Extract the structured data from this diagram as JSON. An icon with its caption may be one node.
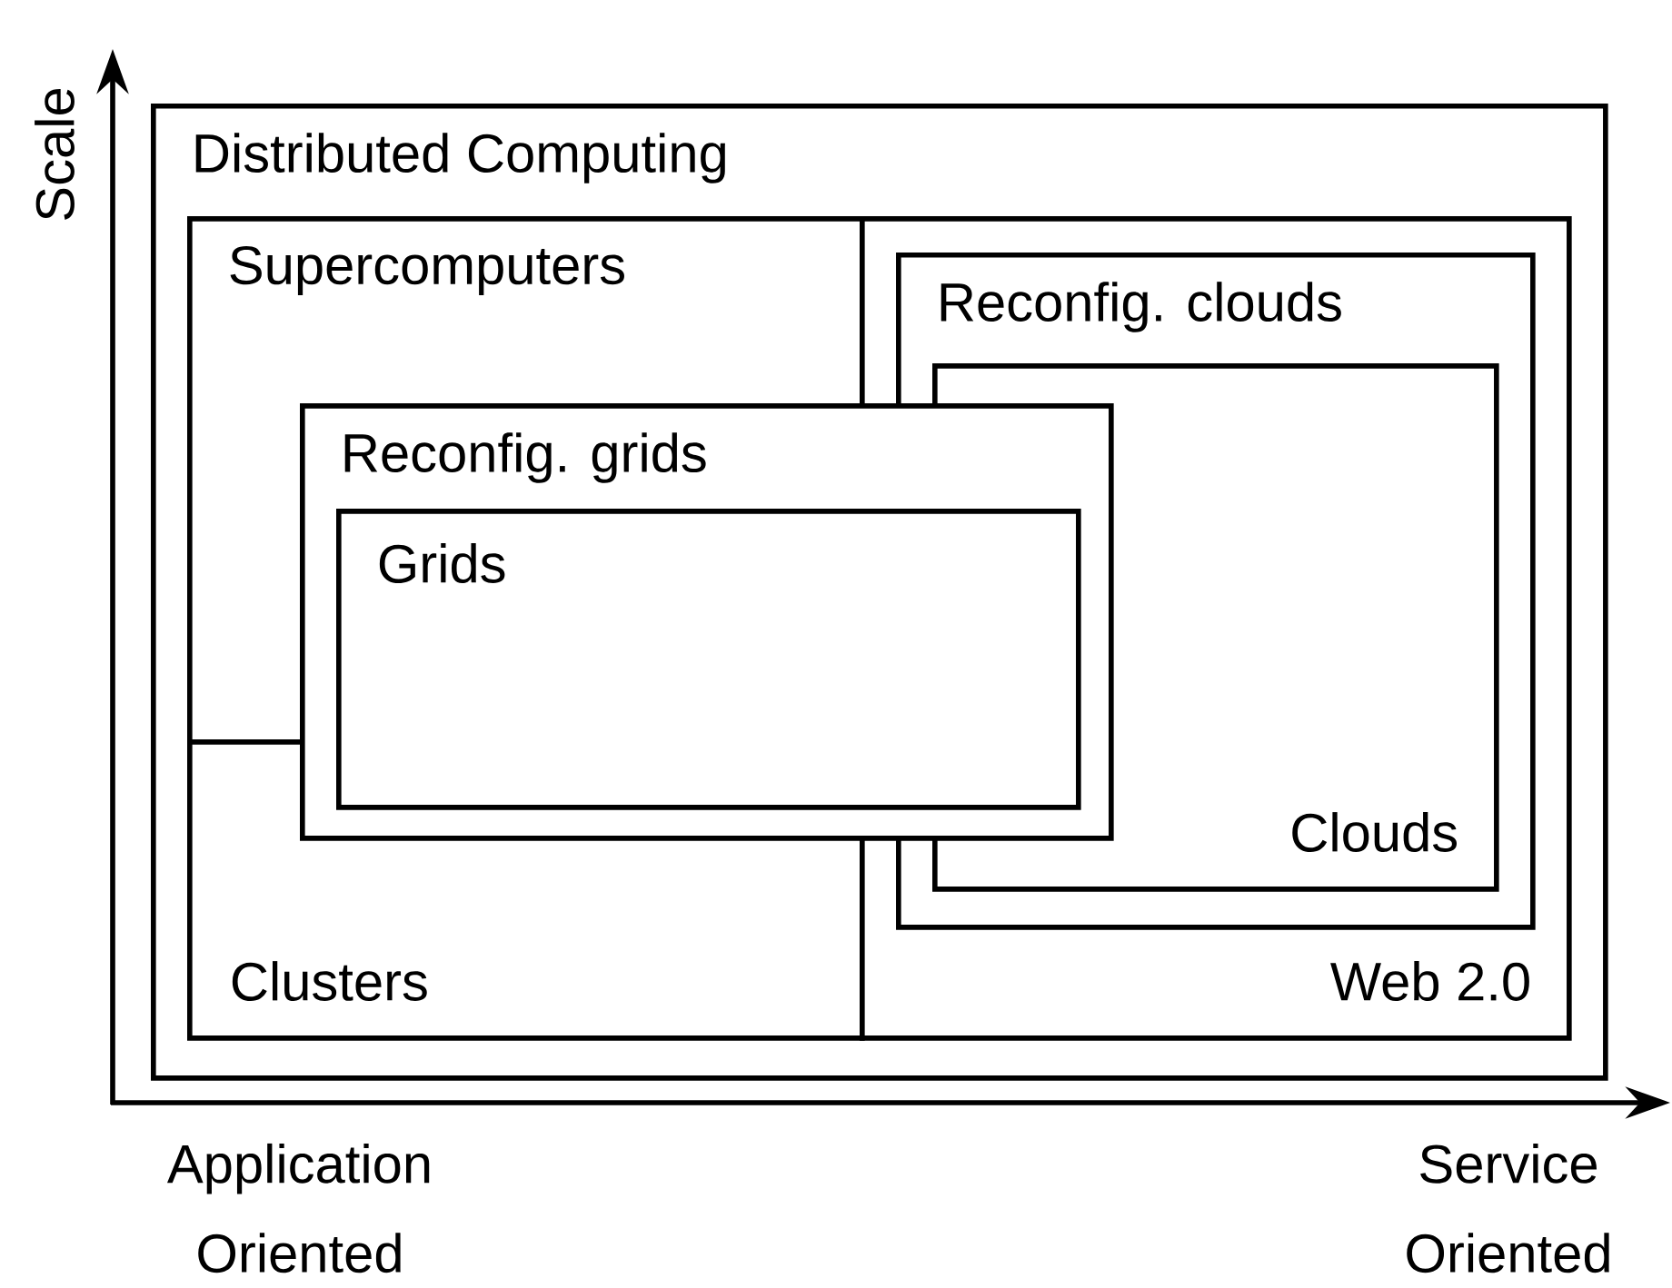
{
  "diagram": {
    "nodes": [
      {
        "text": [
          "Distributed Computing"
        ]
      },
      {
        "text": [
          "Supercomputers"
        ],
        "in": 0
      },
      {
        "text": [
          "Clusters"
        ],
        "in": 0
      },
      {
        "text": [
          "Web 2.0"
        ],
        "in": 0
      },
      {
        "text": [
          "Reconfig. clouds"
        ],
        "in": 3
      },
      {
        "text": [
          "Clouds"
        ],
        "in": 4
      },
      {
        "text": [
          "Reconfig. grids"
        ],
        "in": 0
      },
      {
        "text": [
          "Grids"
        ],
        "in": 6
      }
    ],
    "edges": [],
    "labels": [
      "Scale",
      "Application Oriented",
      "Service Oriented"
    ]
  }
}
